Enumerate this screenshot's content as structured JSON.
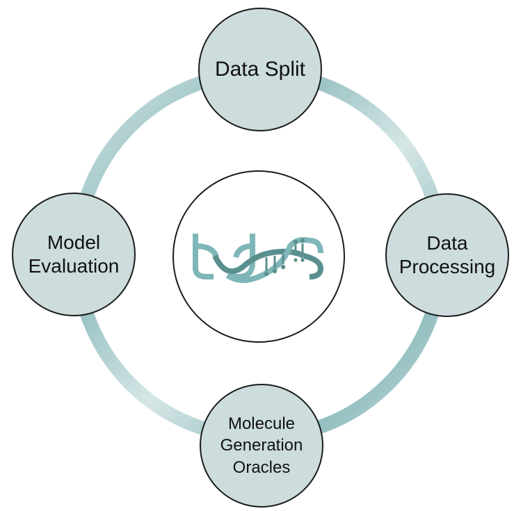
{
  "diagram": {
    "nodes": [
      {
        "id": "data-split",
        "label": "Data Split"
      },
      {
        "id": "data-processing",
        "label": "Data\nProcessing"
      },
      {
        "id": "molecule-generation-oracles",
        "label": "Molecule\nGeneration\nOracles"
      },
      {
        "id": "model-evaluation",
        "label": "Model\nEvaluation"
      }
    ],
    "center_logo": {
      "name": "tdc-logo",
      "colors": {
        "primary": "#7fb6b8",
        "secondary": "#5a8f8f"
      }
    },
    "colors": {
      "node_fill": "#cddcdc",
      "ring_dark": "#8fbcbe",
      "ring_light": "#d6e6e6",
      "stroke": "#1a1a1a"
    }
  }
}
